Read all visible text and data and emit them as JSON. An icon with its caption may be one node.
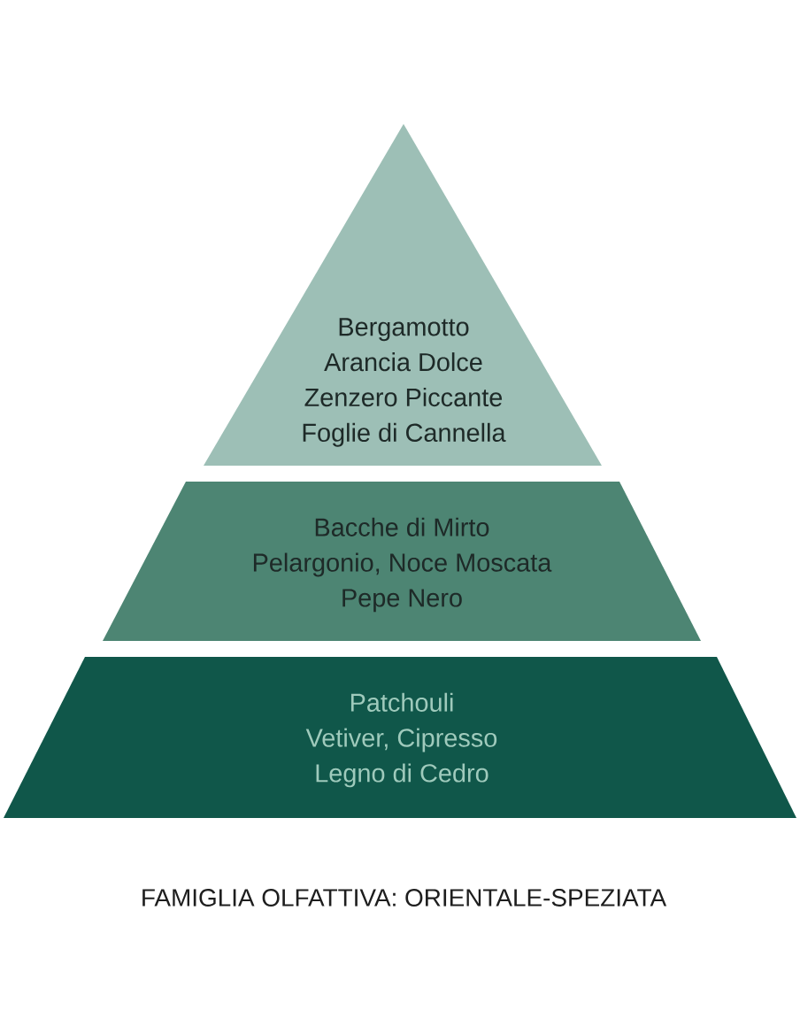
{
  "diagram": {
    "caption": "FAMIGLIA OLFATTIVA: ORIENTALE-SPEZIATA",
    "nodes": [
      {
        "text": [
          "Bergamotto",
          "Arancia Dolce",
          "Zenzero Piccante",
          "Foglie di Cannella"
        ]
      },
      {
        "text": [
          "Bacche di Mirto",
          "Pelargonio, Noce Moscata",
          "Pepe Nero"
        ]
      },
      {
        "text": [
          "Patchouli",
          "Vetiver, Cipresso",
          "Legno di Cedro"
        ]
      }
    ]
  }
}
